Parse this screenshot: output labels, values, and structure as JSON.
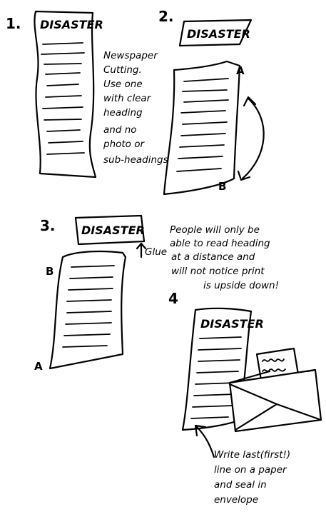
{
  "steps": {
    "one": {
      "number": "1.",
      "heading": "DISASTER",
      "note_lines": [
        "Newspaper",
        "Cutting.",
        "Use one",
        "with clear",
        "heading",
        "and no",
        "photo or",
        "sub-headings"
      ]
    },
    "two": {
      "number": "2.",
      "heading": "DISASTER",
      "label_top": "A",
      "label_bottom": "B"
    },
    "three": {
      "number": "3.",
      "heading": "DISASTER",
      "glue_label": "Glue",
      "label_top": "B",
      "label_bottom": "A",
      "note_lines": [
        "People will only be",
        "able to read heading",
        "at a distance and",
        "will not notice print",
        "is upside down!"
      ]
    },
    "four": {
      "number": "4",
      "heading": "DISASTER",
      "envelope_note_lines": [
        "Write last(first!)",
        "line on a paper",
        "and seal in",
        "envelope"
      ]
    }
  }
}
